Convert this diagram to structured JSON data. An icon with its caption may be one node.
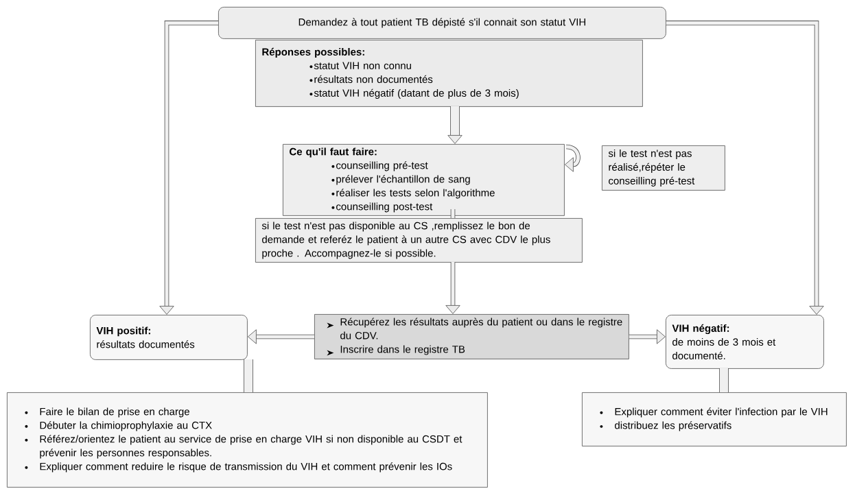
{
  "diagram": {
    "nodes": [
      {
        "text": [
          "Demandez à tout patient TB dépisté s'il connait son statut VIH"
        ]
      },
      {
        "text": [
          "Réponses possibles:",
          "statut VIH non connu",
          "résultats non documentés",
          "statut VIH négatif (datant de plus de 3 mois)"
        ]
      },
      {
        "text": [
          "Ce qu'il faut faire:",
          "counseilling pré-test",
          "prélever l'échantillon de sang",
          "réaliser les tests selon l'algorithme",
          "counseilling post-test"
        ]
      },
      {
        "text": [
          "si le test n'est pas réalisé,répéter le conseilling pré-test"
        ]
      },
      {
        "text": [
          "si le test n'est pas disponible au CS ,remplissez le bon de demande et referéz le patient à un autre CS avec CDV le plus proche . Accompagnez-le si possible."
        ]
      },
      {
        "text": [
          "Récupérez les résultats auprès du patient ou dans le registre du CDV.",
          "Inscrire dans le registre TB"
        ]
      },
      {
        "text": [
          "VIH positif:",
          "résultats documentés"
        ]
      },
      {
        "text": [
          "VIH négatif:",
          "de moins de 3 mois et documenté."
        ]
      },
      {
        "text": [
          "Faire le bilan de prise en charge",
          "Débuter la chimioprophylaxie au CTX",
          "Référez/orientez le patient au service de prise en charge VIH si non disponible au CSDT et prévenir les personnes responsables.",
          "Expliquer comment reduire le risque de transmission du VIH et comment prévenir les IOs"
        ]
      },
      {
        "text": [
          "Expliquer comment éviter l'infection par le VIH",
          "distribuez les préservatifs"
        ]
      }
    ],
    "edges": [
      {
        "from": 0,
        "to": 6,
        "arrow": "to"
      },
      {
        "from": 0,
        "to": 7,
        "arrow": "to"
      },
      {
        "from": 1,
        "to": 2,
        "arrow": "to",
        "style": "thick"
      },
      {
        "from": null,
        "to": 2,
        "arrow": "to"
      },
      {
        "from": 2,
        "to": 4,
        "arrow": "none"
      },
      {
        "from": 4,
        "to": 5,
        "arrow": "to"
      },
      {
        "from": 5,
        "to": 6,
        "arrow": "to"
      },
      {
        "from": 5,
        "to": 7,
        "arrow": "to"
      },
      {
        "from": 6,
        "to": 8,
        "arrow": "none",
        "style": "thick"
      },
      {
        "from": 7,
        "to": 9,
        "arrow": "none",
        "style": "thick"
      }
    ]
  }
}
